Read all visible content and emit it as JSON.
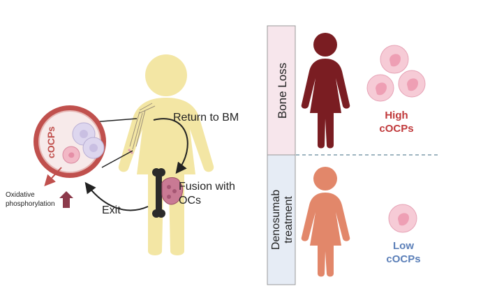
{
  "left": {
    "return_label": "Return to BM",
    "fusion_label_1": "Fusion with",
    "fusion_label_2": "OCs",
    "exit_label": "Exit",
    "vessel_label": "cOCPs",
    "oxphos_label_1": "Oxidative",
    "oxphos_label_2": "phosphorylation"
  },
  "right": {
    "top_panel_label": "Bone Loss",
    "bottom_panel_label_1": "Denosumab",
    "bottom_panel_label_2": "treatment",
    "high_line_1": "High",
    "high_line_2": "cOCPs",
    "low_line_1": "Low",
    "low_line_2": "cOCPs"
  },
  "colors": {
    "body_silhouette": "#f3e6a4",
    "vessel_wall": "#c0504d",
    "cell_pink": "#f2b8c6",
    "cell_lavender": "#ddd6ee",
    "bone_loss_figure": "#7a1d22",
    "treatment_figure": "#e2876a",
    "high_text": "#c0393b",
    "low_text": "#5b7fb8",
    "top_panel_bg": "#f7e6ec",
    "bottom_panel_bg": "#e6ecf5",
    "arrow_up": "#8c3a4b"
  },
  "icons": [
    "woman-silhouette-icon",
    "blood-vessel-icon",
    "bone-icon",
    "osteoclast-icon",
    "cell-icon",
    "arrow-up-icon"
  ]
}
